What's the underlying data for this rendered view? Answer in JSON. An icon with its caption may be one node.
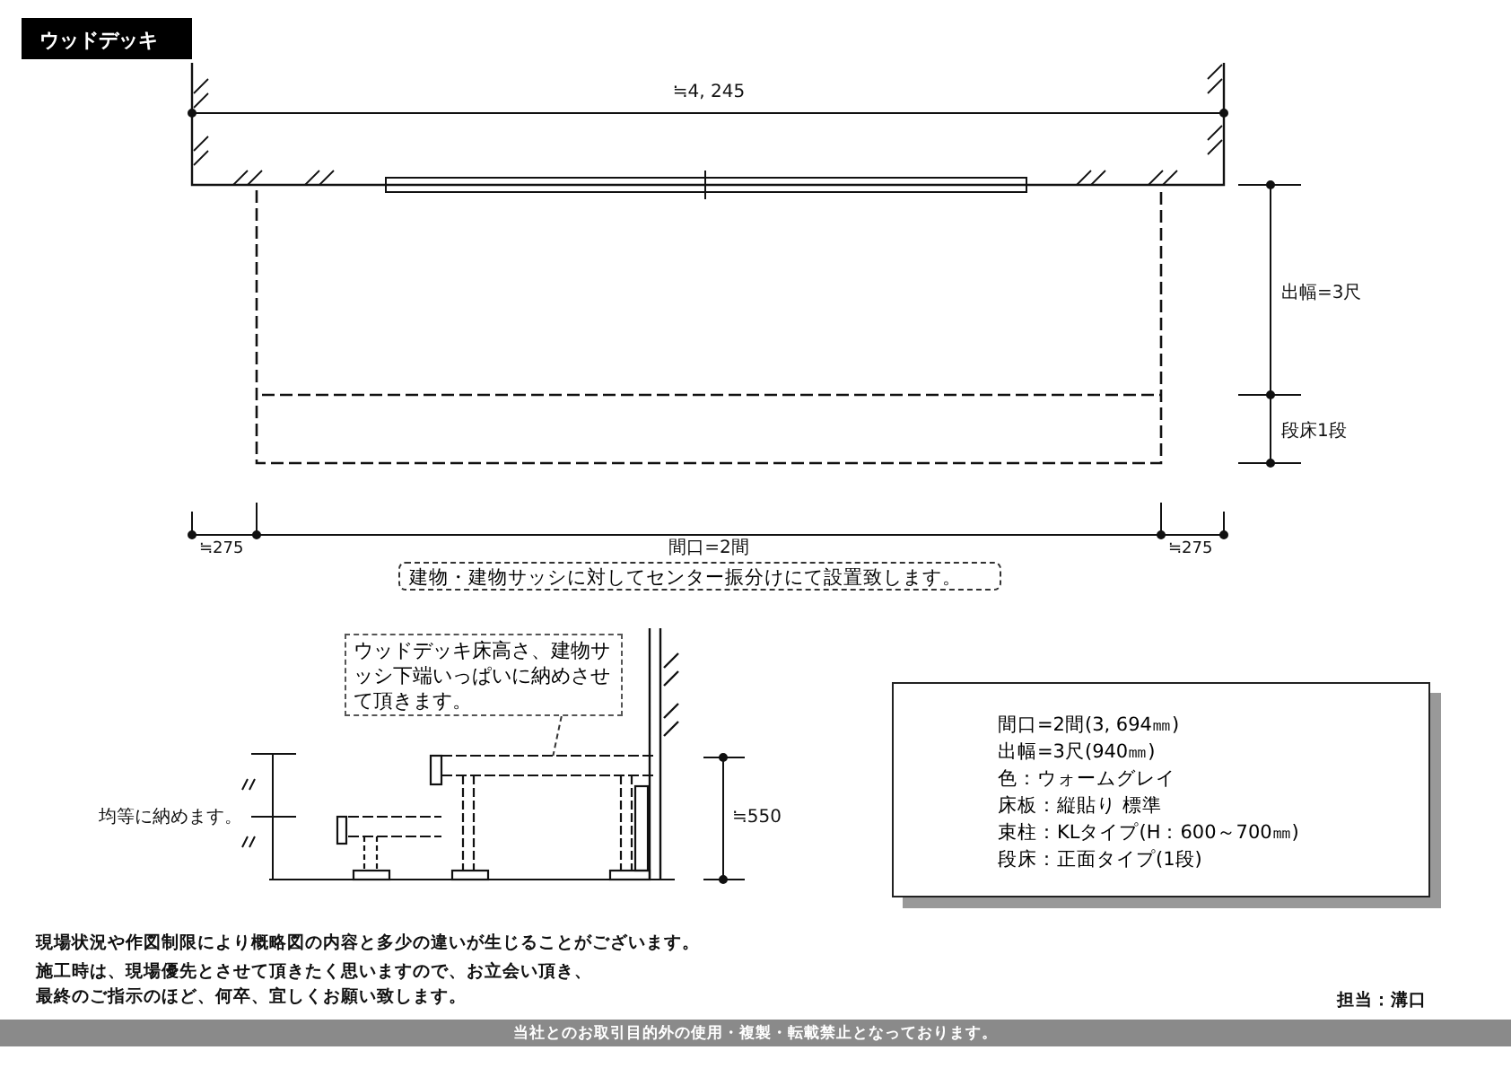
{
  "diagram": {
    "nodes": [
      {
        "text": [
          "ウッドデッキ"
        ]
      },
      {
        "text": [
          "建物・建物サッシに対してセンター振分けにて設置致します。"
        ]
      },
      {
        "text": [
          "ウッドデッキ床高さ、建物サッシ下端いっぱいに納めさせて頂きます。"
        ]
      },
      {
        "text": [],
        "shape": "picture"
      },
      {
        "text": [
          "間口=2間(3, 694㎜)",
          "出幅=3尺(940㎜)",
          "色：ウォームグレイ",
          "床板：縦貼り 標準",
          "束柱：KLタイプ(H：600～700㎜)",
          "段床：正面タイプ(1段)"
        ]
      }
    ],
    "edges": [
      {
        "from": 2,
        "to": 3,
        "arrow": "none",
        "style": "dashed"
      }
    ],
    "labels": [
      "≒4, 245",
      "出幅=3尺",
      "段床1段",
      "≒275",
      "間口=2間",
      "≒275",
      "均等に納めます。",
      "≒550",
      "現場状況や作図制限により概略図の内容と多少の違いが生じることがございます。",
      "施工時は、現場優先とさせて頂きたく思いますので、お立会い頂き、",
      "最終のご指示のほど、何卒、宜しくお願い致します。",
      "担当：溝口",
      "当社とのお取引目的外の使用・複製・転載禁止となっております。"
    ]
  }
}
